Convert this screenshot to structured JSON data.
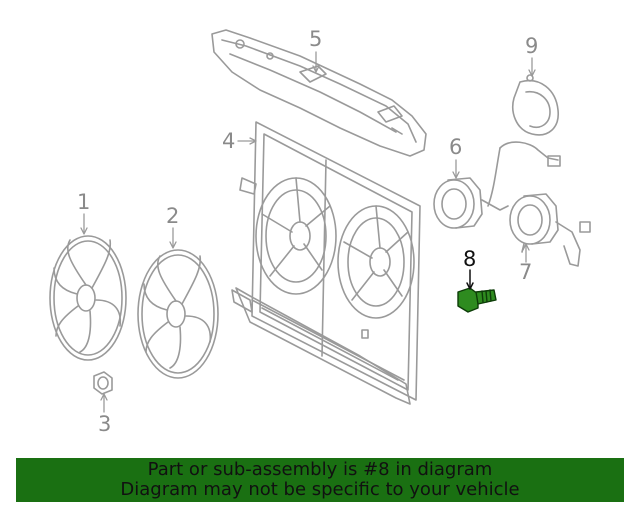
{
  "callouts": [
    {
      "id": "1",
      "label": "1"
    },
    {
      "id": "2",
      "label": "2"
    },
    {
      "id": "3",
      "label": "3"
    },
    {
      "id": "4",
      "label": "4"
    },
    {
      "id": "5",
      "label": "5"
    },
    {
      "id": "6",
      "label": "6"
    },
    {
      "id": "7",
      "label": "7"
    },
    {
      "id": "8",
      "label": "8",
      "highlighted": true
    },
    {
      "id": "9",
      "label": "9"
    }
  ],
  "banner": {
    "line1": "Part or sub-assembly is #8 in diagram",
    "line2": "Diagram may not be specific to your vehicle",
    "background": "#1a7012"
  },
  "colors": {
    "line_art": "#9a9a9a",
    "highlight_part": "#2e8b1f",
    "highlight_text": "#111111"
  }
}
